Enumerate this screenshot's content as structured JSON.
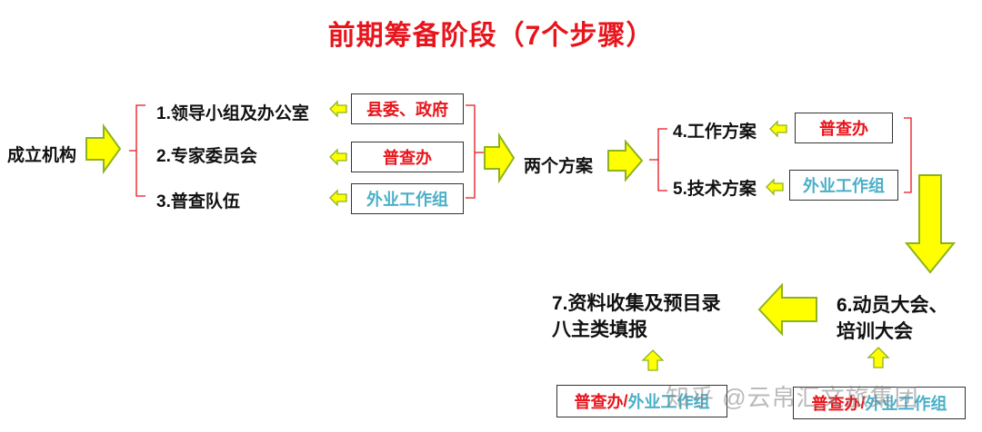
{
  "title": "前期筹备阶段（7个步骤）",
  "colors": {
    "title": "#e8141b",
    "red_text": "#e8141b",
    "cyan_text": "#4ab0c8",
    "arrow_fill": "#ffff00",
    "arrow_stroke": "#8db31f",
    "bracket": "#e8141b"
  },
  "root": {
    "label": "成立机构"
  },
  "steps_group1": [
    {
      "label": "1.领导小组及办公室",
      "owner": "县委、政府"
    },
    {
      "label": "2.专家委员会",
      "owner": "普查办"
    },
    {
      "label": "3.普查队伍",
      "owner": "外业工作组"
    }
  ],
  "middle": {
    "label": "两个方案"
  },
  "steps_group2": [
    {
      "label": "4.工作方案",
      "owner": "普查办"
    },
    {
      "label": "5.技术方案",
      "owner": "外业工作组"
    }
  ],
  "step6": {
    "line1": "6.动员大会、",
    "line2": "培训大会",
    "owner_a": "普查办",
    "owner_b": "外业工作组"
  },
  "step7": {
    "line1": "7.资料收集及预目录",
    "line2": "八主类填报",
    "owner_a": "普查办",
    "owner_sep": "/",
    "owner_b": "外业工作组"
  },
  "watermark": "知乎 @云帛汇文旅集团"
}
